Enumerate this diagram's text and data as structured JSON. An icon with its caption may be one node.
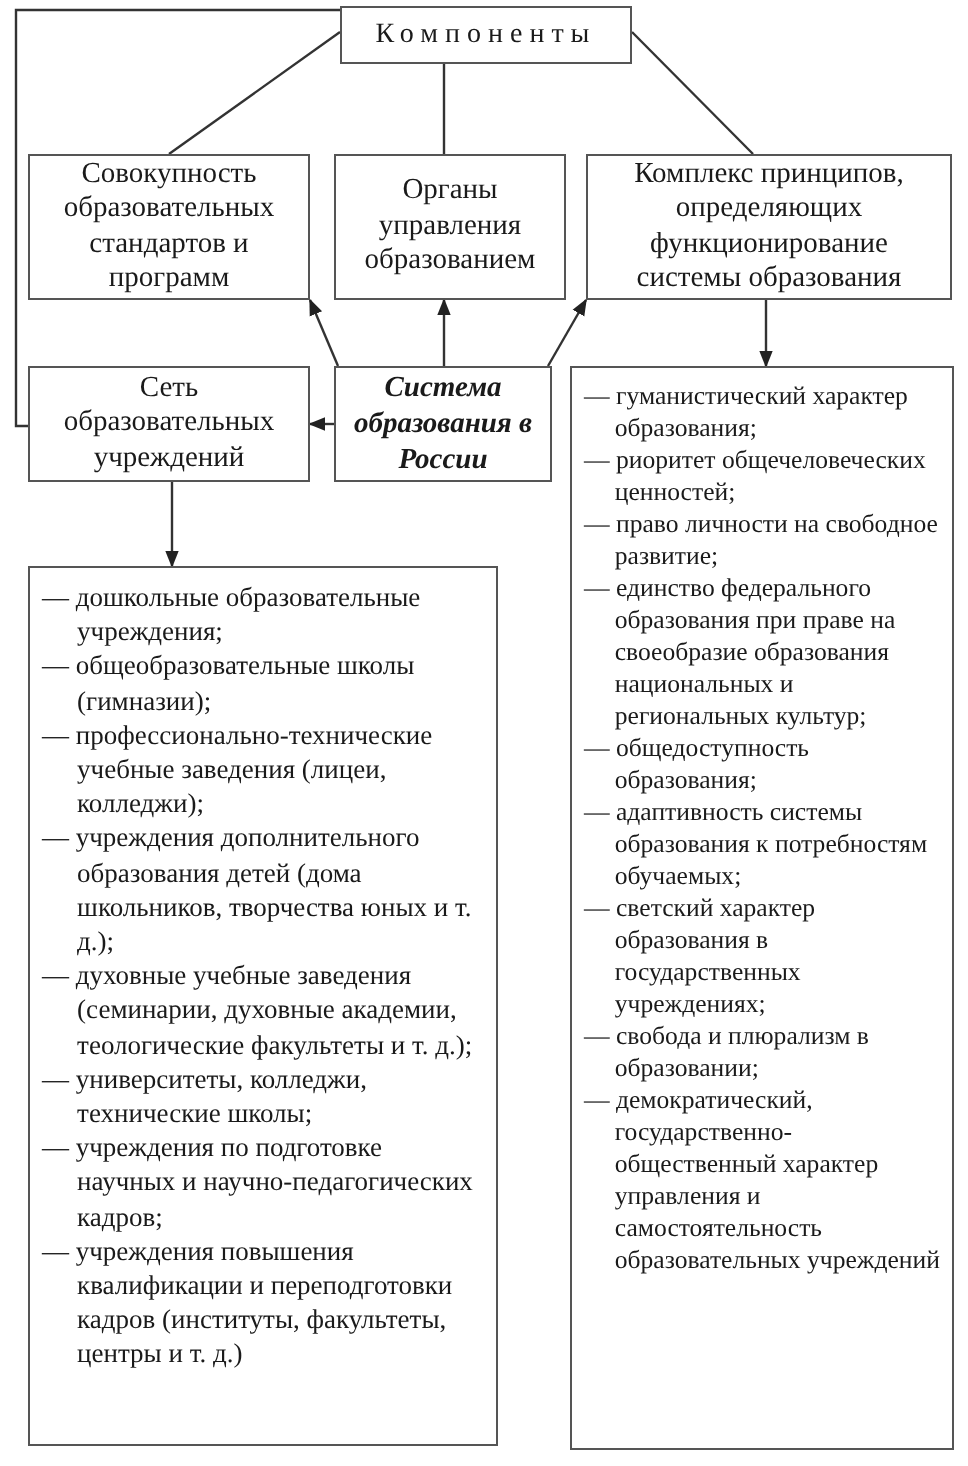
{
  "diagram": {
    "nodes": [
      {
        "text": [
          "Компоненты"
        ]
      },
      {
        "text": [
          "Совокупность образовательных стандартов и программ"
        ]
      },
      {
        "text": [
          "Органы управления образованием"
        ]
      },
      {
        "text": [
          "Комплекс принципов, определяющих функционирование системы образования"
        ]
      },
      {
        "text": [
          "Сеть образовательных учреждений"
        ]
      },
      {
        "text": [
          "Система образования в России"
        ]
      },
      {
        "text": [
          "— дошкольные образовательные учреждения;",
          "— общеобразовательные школы (гимназии);",
          "— профессионально-технические учебные заведения (лицеи, колледжи);",
          "— учреждения дополнительного образования детей (дома школьников, творчества юных и т. д.);",
          "— духовные учебные заведения (семинарии, духовные академии, теологические факультеты и т. д.);",
          "— университеты, колледжи, технические школы;",
          "— учреждения по подготовке научных и научно-педагогических кадров;",
          "— учреждения повышения квалификации и переподготовки кадров (институты, факультеты, центры и т. д.)"
        ]
      },
      {
        "text": [
          "— гуманистический характер образования;",
          "— риоритет общечеловеческих ценностей;",
          "— право личности на свободное развитие;",
          "— единство федерального образования при праве на своеобразие образования национальных и региональных культур;",
          "— общедоступность образования;",
          "— адаптивность системы образования к потребностям обучаемых;",
          "— светский характер образования в государственных учреждениях;",
          "— свобода и плюрализм в образовании;",
          "— демократический, государственно-общественный характер управления и самостоятельность образовательных учреждений"
        ]
      }
    ],
    "edges": [
      {
        "from": 0,
        "to": 1,
        "arrow": "none"
      },
      {
        "from": 0,
        "to": 2,
        "arrow": "none"
      },
      {
        "from": 0,
        "to": 3,
        "arrow": "none"
      },
      {
        "from": 0,
        "to": 4,
        "arrow": "none"
      },
      {
        "from": 5,
        "to": 4,
        "arrow": "to"
      },
      {
        "from": 5,
        "to": 1,
        "arrow": "to"
      },
      {
        "from": 5,
        "to": 2,
        "arrow": "to"
      },
      {
        "from": 5,
        "to": 3,
        "arrow": "to"
      },
      {
        "from": 3,
        "to": 7,
        "arrow": "to"
      },
      {
        "from": 4,
        "to": 6,
        "arrow": "to"
      }
    ]
  }
}
